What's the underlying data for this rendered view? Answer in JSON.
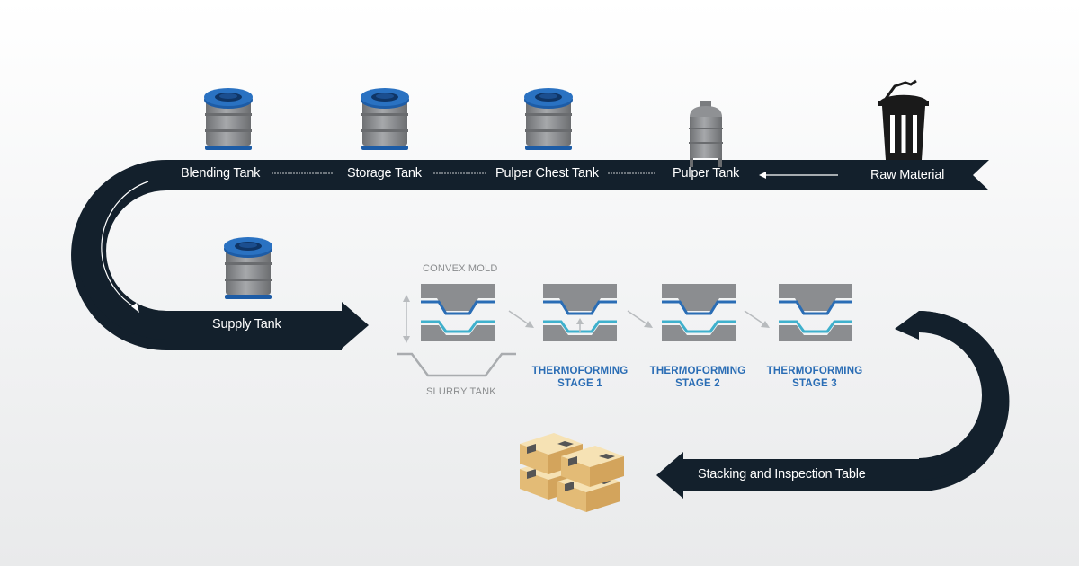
{
  "labels": {
    "raw_material": "Raw Material",
    "pulper_tank": "Pulper Tank",
    "pulper_chest_tank": "Pulper Chest Tank",
    "storage_tank": "Storage Tank",
    "blending_tank": "Blending Tank",
    "supply_tank": "Supply Tank",
    "convex_mold": "CONVEX MOLD",
    "slurry_tank": "SLURRY TANK",
    "stacking": "Stacking and Inspection Table"
  },
  "stages": [
    {
      "line1": "THERMOFORMING",
      "line2": "STAGE 1"
    },
    {
      "line1": "THERMOFORMING",
      "line2": "STAGE 2"
    },
    {
      "line1": "THERMOFORMING",
      "line2": "STAGE 3"
    }
  ],
  "colors": {
    "band": "#13202c",
    "tank_cap": "#1f63b0",
    "tank_body": "#8d8f92",
    "mold_gray": "#8b8d90",
    "mold_blue": "#2a6db5",
    "mold_cyan": "#3fb0cc",
    "stage_text": "#2a6db5",
    "box": "#f0d399"
  },
  "icons": [
    "trash-can-icon",
    "pulper-tank-icon",
    "tank-icon",
    "mold-press-icon",
    "stacked-boxes-icon"
  ]
}
